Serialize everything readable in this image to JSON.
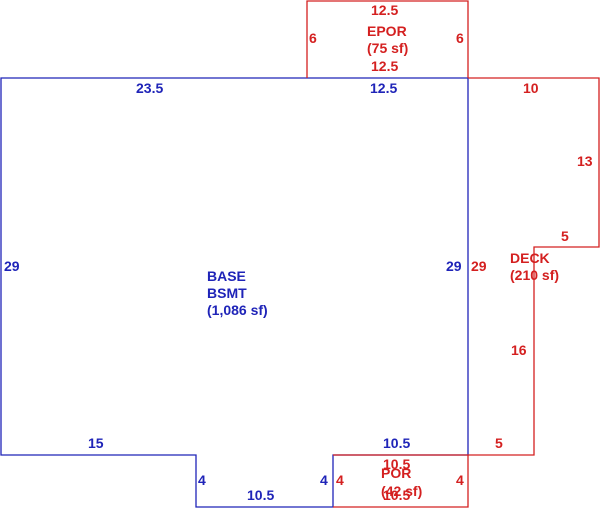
{
  "colors": {
    "base": "#1f24b8",
    "addition": "#d42020"
  },
  "areas": {
    "base": {
      "line1": "BASE",
      "line2": "BSMT",
      "line3": "(1,086 sf)"
    },
    "epor": {
      "line1": "EPOR",
      "line2": "(75 sf)"
    },
    "deck": {
      "line1": "DECK",
      "line2": "(210 sf)"
    },
    "por": {
      "line1": "POR",
      "line2": "(42 sf)"
    }
  },
  "dimensions": {
    "base": {
      "top_left": "23.5",
      "top_right": "12.5",
      "left": "29",
      "right": "29",
      "bottom_left": "15",
      "notch_left": "4",
      "notch_bottom": "10.5",
      "notch_right": "4",
      "bottom_right": "10.5"
    },
    "epor": {
      "top": "12.5",
      "bottom": "12.5",
      "left": "6",
      "right": "6"
    },
    "deck": {
      "top": "10",
      "right_upper": "13",
      "step": "5",
      "right_lower": "16",
      "bottom": "5",
      "left": "29"
    },
    "por": {
      "top": "10.5",
      "bottom": "10.5",
      "left": "4",
      "right": "4"
    }
  }
}
